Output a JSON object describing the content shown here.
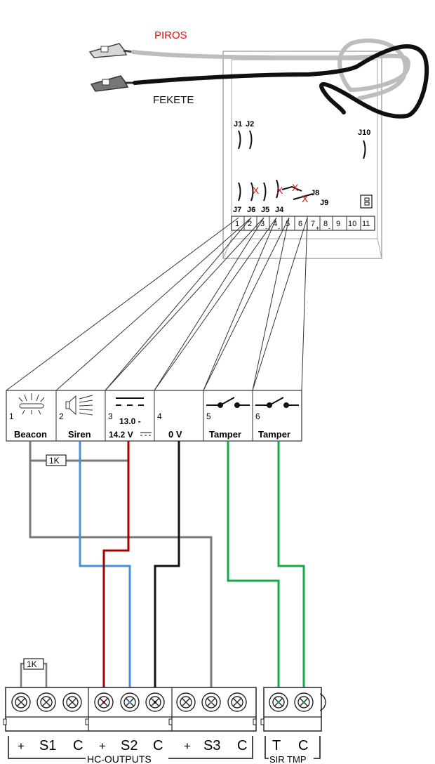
{
  "wire_labels": {
    "red": "PIROS",
    "black": "FEKETE"
  },
  "colors": {
    "red_wire": "#a30000",
    "blue_wire": "#4a90d9",
    "black_wire": "#111111",
    "gray_wire": "#7a7a7a",
    "green_wire": "#18a84a",
    "x_mark": "#e01010",
    "piros_text": "#e01010",
    "grey_cable": "#c8c8c8"
  },
  "jumpers": {
    "J1": "J1",
    "J2": "J2",
    "J10": "J10",
    "J7": "J7",
    "J6": "J6",
    "J5": "J5",
    "J4": "J4",
    "J8": "J8",
    "J9": "J9",
    "x": "X"
  },
  "board_terminals": [
    "1",
    "2",
    "3",
    "4",
    "5",
    "6",
    "7",
    "8",
    "9",
    "10",
    "11"
  ],
  "board_terminal_signs": {
    "t3": "-",
    "t4": "-",
    "t7": "+",
    "t8": "-"
  },
  "panel": [
    {
      "num": "1",
      "label": "Beacon",
      "icon": "beacon-icon"
    },
    {
      "num": "2",
      "label": "Siren",
      "icon": "siren-icon"
    },
    {
      "num": "3",
      "label": "14.2 V",
      "label2": "13.0  -",
      "icon": "dc-supply-icon"
    },
    {
      "num": "4",
      "label": "0 V",
      "icon": ""
    },
    {
      "num": "5",
      "label": "Tamper",
      "icon": "switch-icon"
    },
    {
      "num": "6",
      "label": "Tamper",
      "icon": "switch-icon"
    }
  ],
  "resistors": {
    "top": "1K",
    "bottom": "1K"
  },
  "bottom_labels": {
    "plus1": "+",
    "s1": "S1",
    "c1": "C",
    "plus2": "+",
    "s2": "S2",
    "c2": "C",
    "plus3": "+",
    "s3": "S3",
    "c3": "C",
    "t": "T",
    "c4": "C",
    "group1": "HC-OUTPUTS",
    "group2": "SIR TMP"
  }
}
